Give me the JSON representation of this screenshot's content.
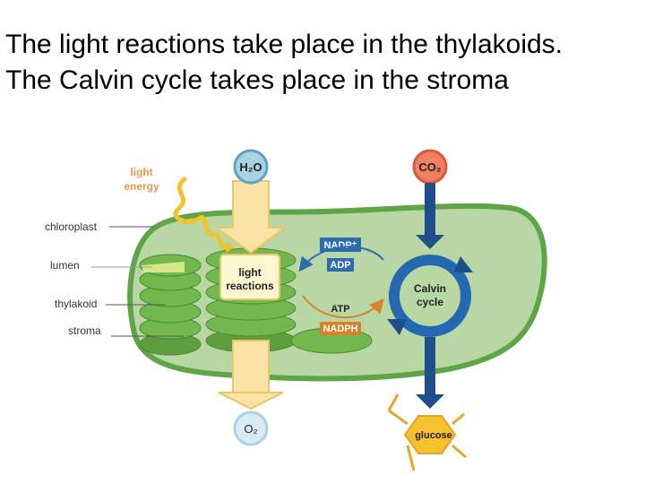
{
  "heading": {
    "line1": "The light reactions take place in the thylakoids.",
    "line2": "The Calvin cycle takes place in the stroma"
  },
  "diagram": {
    "light_energy": [
      "light",
      "energy"
    ],
    "labels": {
      "chloroplast": "chloroplast",
      "lumen": "lumen",
      "thylakoid": "thylakoid",
      "stroma": "stroma"
    },
    "water": "H₂O",
    "oxygen": "O₂",
    "carbon_dioxide": "CO₂",
    "light_reactions": [
      "light",
      "reactions"
    ],
    "calvin_cycle": [
      "Calvin",
      "cycle"
    ],
    "nadp_plus": "NADP⁺",
    "adp": "ADP",
    "atp": "ATP",
    "nadph": "NADPH",
    "glucose": "glucose"
  },
  "colors": {
    "chloroplast_fill": "#b9d7a4",
    "chloroplast_border": "#5fa447",
    "thylakoid": "#72b84f",
    "lumen": "#d8e68a",
    "light_column": "#fbe3a6",
    "blue_arrow": "#1f4e8c",
    "calvin_arrow": "#2368b0",
    "co2_circle": "#f08060",
    "water_circle": "#a9d3e2",
    "glucose": "#f6c22b",
    "nadp_box": "#2b6cb0",
    "nadph_box": "#d8822a",
    "light_energy_text": "#e59a4b"
  }
}
